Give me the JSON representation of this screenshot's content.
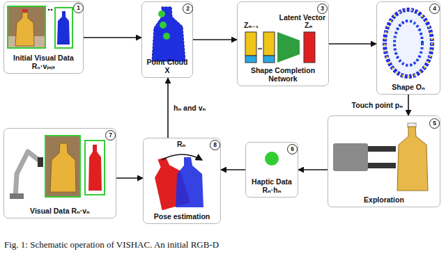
{
  "diagram": {
    "caption": "Fig. 1: Schematic operation of VISHAC. An initial RGB-D",
    "nodes": [
      {
        "text": [
          "Initial Visual Data R₀·vᵢₙᵢₜ"
        ]
      },
      {
        "text": [
          "Point Cloud X"
        ]
      },
      {
        "text": [
          "Latent Vector",
          "Shape Completion Network"
        ]
      },
      {
        "text": [
          "Shape Oₙ"
        ]
      },
      {
        "text": [
          "Visual Data Rₙ·vₙ"
        ]
      },
      {
        "text": [
          "Pose estimation"
        ]
      },
      {
        "text": [
          "Haptic Data Rₙ·hₙ"
        ]
      },
      {
        "text": [
          "Exploration"
        ]
      }
    ],
    "edges": [
      {
        "from": 0,
        "to": 1,
        "arrow": "to"
      },
      {
        "from": 1,
        "to": 2,
        "arrow": "to"
      },
      {
        "from": 2,
        "to": 3,
        "arrow": "to"
      },
      {
        "from": 3,
        "to": 7,
        "arrow": "to",
        "label": "Touch point pₙ"
      },
      {
        "from": 7,
        "to": 6,
        "arrow": "to"
      },
      {
        "from": 6,
        "to": 5,
        "arrow": "to"
      },
      {
        "from": 4,
        "to": 5,
        "arrow": "to"
      },
      {
        "from": 5,
        "to": 1,
        "arrow": "to",
        "label": "hₙ and vₙ"
      }
    ],
    "labels": [
      "1",
      "2",
      "3",
      "4",
      "5",
      "6",
      "7",
      "8",
      "Zₙ₋₁",
      "Zₙ",
      "Rₙ"
    ]
  }
}
